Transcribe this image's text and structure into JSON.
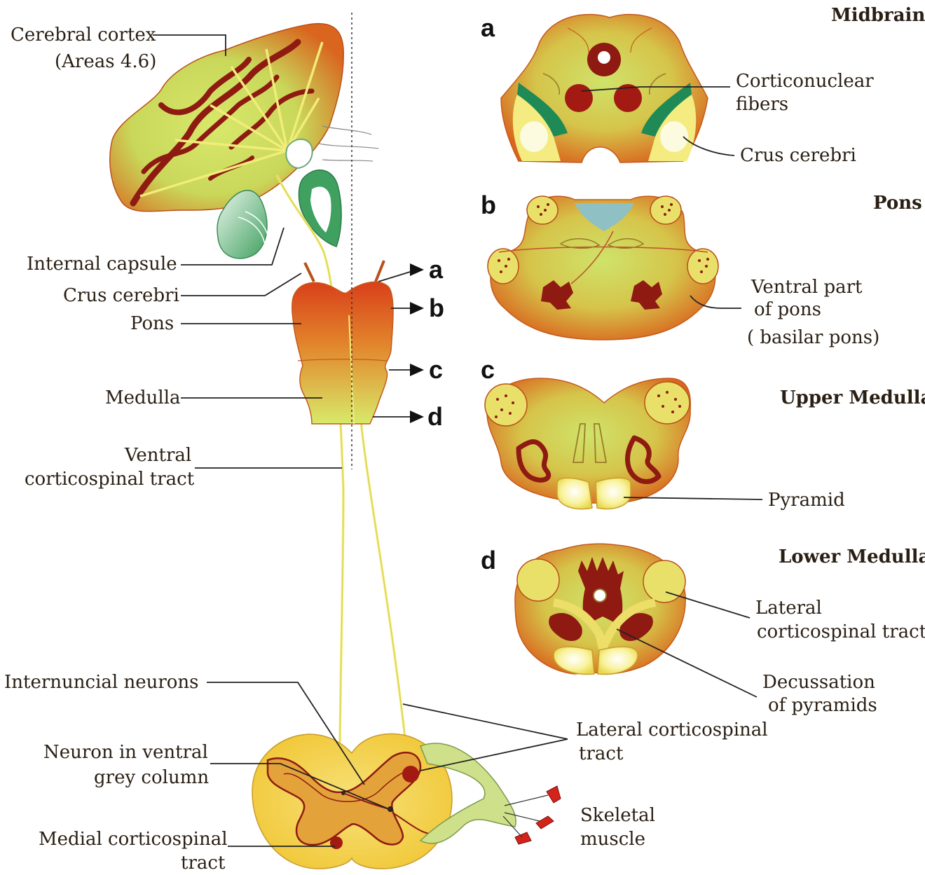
{
  "colors": {
    "orange_outer": "#d9651e",
    "yellow_inner": "#c9de5c",
    "dark_red": "#8e1a12",
    "green_fibers": "#1f8a55",
    "tract_yellow": "#f2ec7a",
    "pale_yellow": "#f7f49a",
    "cord_yellow": "#f6d64a"
  },
  "left_labels": {
    "cerebral_cortex": "Cerebral cortex",
    "areas": "(Areas 4.6)",
    "internal_capsule": "Internal capsule",
    "crus_cerebri": "Crus cerebri",
    "pons": "Pons",
    "medulla": "Medulla",
    "ventral_1": "Ventral",
    "ventral_2": "corticospinal tract",
    "internuncial": "Internuncial neurons",
    "neuron_1": "Neuron in ventral",
    "neuron_2": "grey column",
    "medial_1": "Medial corticospinal",
    "medial_2": "tract",
    "lateral_1": "Lateral corticospinal",
    "lateral_2": "tract",
    "skeletal_1": "Skeletal",
    "skeletal_2": "muscle"
  },
  "level_markers": [
    "a",
    "b",
    "c",
    "d"
  ],
  "sections": {
    "a": {
      "letter": "a",
      "title": "Midbrain",
      "label1": "Corticonuclear",
      "label2": "fibers",
      "label3": "Crus cerebri"
    },
    "b": {
      "letter": "b",
      "title": "Pons",
      "label1": "Ventral part",
      "label2": "of pons",
      "label3": "( basilar pons)"
    },
    "c": {
      "letter": "c",
      "title": "Upper Medulla",
      "label1": "Pyramid"
    },
    "d": {
      "letter": "d",
      "title": "Lower Medulla",
      "label1": "Lateral",
      "label2": "corticospinal tract",
      "label3": "Decussation",
      "label4": "of pyramids"
    }
  }
}
